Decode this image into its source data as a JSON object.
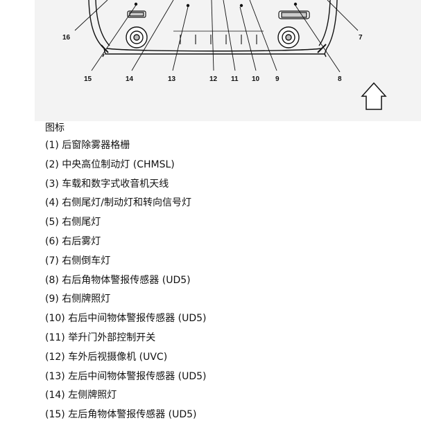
{
  "diagram": {
    "callouts": [
      "16",
      "15",
      "14",
      "13",
      "12",
      "11",
      "10",
      "9",
      "8",
      "7"
    ],
    "arrow_icon": "up-arrow-icon"
  },
  "legend": {
    "title": "图标",
    "items": [
      "(1) 后窗除雾器格栅",
      "(2) 中央高位制动灯 (CHMSL)",
      "(3) 车载和数字式收音机天线",
      "(4) 右侧尾灯/制动灯和转向信号灯",
      "(5) 右侧尾灯",
      "(6) 右后雾灯",
      "(7) 右侧倒车灯",
      "(8) 右后角物体警报传感器 (UD5)",
      "(9) 右侧牌照灯",
      "(10) 右后中间物体警报传感器 (UD5)",
      "(11) 举升门外部控制开关",
      "(12) 车外后视摄像机 (UVC)",
      "(13) 左后中间物体警报传感器 (UD5)",
      "(14) 左侧牌照灯",
      "(15) 左后角物体警报传感器 (UD5)"
    ]
  }
}
